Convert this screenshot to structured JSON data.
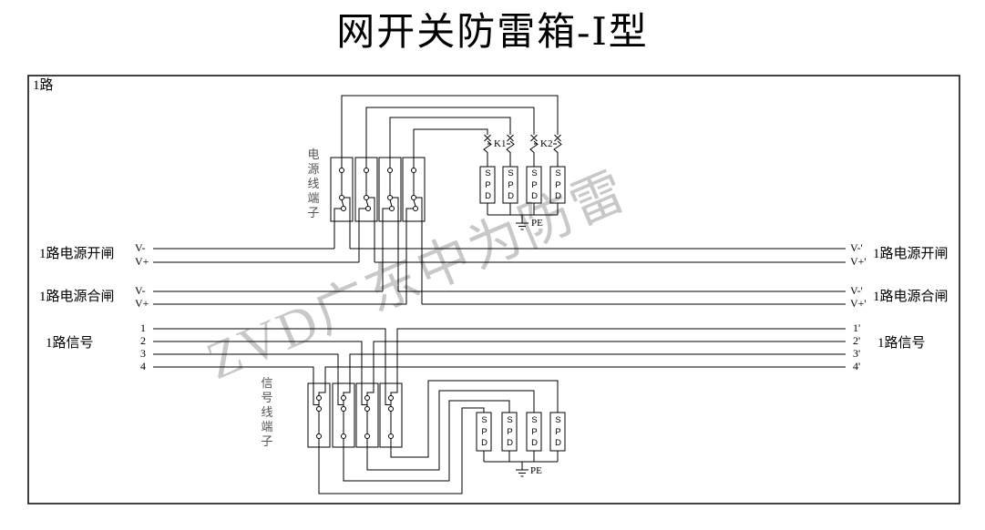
{
  "title": "网开关防雷箱-Ⅰ型",
  "watermark": "ZVD广东中为防雷",
  "frame": {
    "corner_label": "1路"
  },
  "ports": {
    "left": [
      {
        "name": "1路电源开闸",
        "pins": [
          "V-",
          "V+"
        ]
      },
      {
        "name": "1路电源合闸",
        "pins": [
          "V-",
          "V+"
        ]
      },
      {
        "name": "1路信号",
        "pins": [
          "1",
          "2",
          "3",
          "4"
        ]
      }
    ],
    "right": [
      {
        "name": "1路电源开闸",
        "pins": [
          "V-'",
          "V+'"
        ]
      },
      {
        "name": "1路电源合闸",
        "pins": [
          "V-'",
          "V+'"
        ]
      },
      {
        "name": "1路信号",
        "pins": [
          "1'",
          "2'",
          "3'",
          "4'"
        ]
      }
    ]
  },
  "components": {
    "power_terminal_strip_label": "电源线端子",
    "signal_terminal_strip_label": "信号线端子",
    "disconnect_switches": [
      "K1",
      "K2"
    ],
    "spd_device_label": "SPD",
    "power_spd_count": 4,
    "signal_spd_count": 4,
    "power_terminal_count": 4,
    "signal_terminal_count": 4,
    "ground_label": "PE"
  },
  "colors": {
    "line": "#000000",
    "watermark": "#c3c3c3",
    "background": "#ffffff"
  }
}
